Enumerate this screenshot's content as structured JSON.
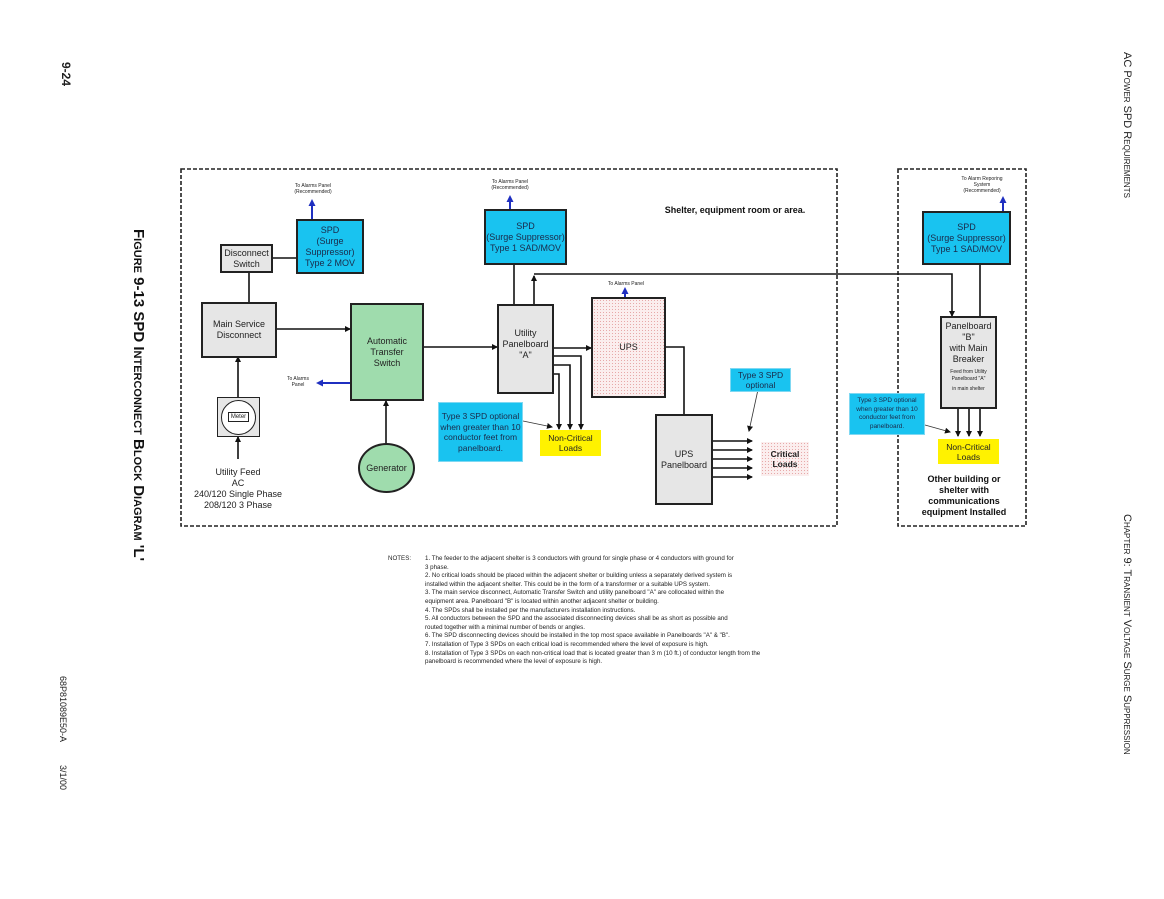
{
  "page": {
    "page_number": "9-24",
    "figure_caption": "Figure 9-13  SPD Interconnect Block Diagram 'L'",
    "doc_id": "68P81089E50-A",
    "doc_date": "3/1/00",
    "header_right": "AC Power SPD Requirements",
    "chapter": "Chapter 9: Transient Voltage Surge Suppression"
  },
  "diagram": {
    "main_area_label": "Shelter, equipment room or area.",
    "remote_area_label": "Other building or shelter with communications equipment Installed",
    "nodes": {
      "disconnect_switch": "Disconnect Switch",
      "spd_type2": {
        "line1": "SPD",
        "line2": "(Surge",
        "line3": "Suppressor)",
        "line4": "Type 2 MOV"
      },
      "spd_type2_alarm": {
        "line1": "To Alarms Panel",
        "line2": "(Recommended)"
      },
      "main_service_disconnect": {
        "line1": "Main Service",
        "line2": "Disconnect"
      },
      "meter": "Meter",
      "utility_feed": {
        "line1": "Utility Feed",
        "line2": "AC",
        "line3": "240/120 Single Phase",
        "line4": "208/120  3 Phase"
      },
      "ats": {
        "line1": "Automatic",
        "line2": "Transfer",
        "line3": "Switch"
      },
      "ats_alarm": {
        "line1": "To Alarms",
        "line2": "Panel"
      },
      "generator": "Generator",
      "spd_type1_a": {
        "line1": "SPD",
        "line2": "(Surge Suppressor)",
        "line3": "Type 1 SAD/MOV"
      },
      "spd_type1_a_alarm": {
        "line1": "To Alarms Panel",
        "line2": "(Recommended)"
      },
      "utility_panelboard_a": {
        "line1": "Utility",
        "line2": "Panelboard",
        "line3": "\"A\""
      },
      "ups": "UPS",
      "ups_alarm": "To Alarms Panel",
      "ups_panelboard": {
        "line1": "UPS",
        "line2": "Panelboard"
      },
      "type3_optional_a": {
        "line1": "Type 3 SPD optional",
        "line2": "when greater than 10",
        "line3": "conductor feet from",
        "line4": "panelboard."
      },
      "noncritical_loads_a": {
        "line1": "Non-Critical",
        "line2": "Loads"
      },
      "type3_optional_critical": {
        "line1": "Type 3 SPD",
        "line2": "optional"
      },
      "critical_loads": {
        "line1": "Critical",
        "line2": "Loads"
      },
      "spd_type1_b": {
        "line1": "SPD",
        "line2": "(Surge Suppressor)",
        "line3": "Type 1  SAD/MOV"
      },
      "spd_type1_b_alarm": {
        "line1": "To Alarm Reporing",
        "line2": "System",
        "line3": "(Recommended)"
      },
      "panelboard_b": {
        "line1": "Panelboard",
        "line2": "\"B\"",
        "line3": "with Main",
        "line4": "Breaker",
        "sub1": "Feed from Utility",
        "sub2": "Panelboard \"A\"",
        "sub3": "in main shelter"
      },
      "type3_optional_b": {
        "line1": "Type 3 SPD optional",
        "line2": "when greater than 10",
        "line3": "conductor feet from",
        "line4": "panelboard."
      },
      "noncritical_loads_b": {
        "line1": "Non-Critical",
        "line2": "Loads"
      }
    }
  },
  "notes": {
    "label": "NOTES:",
    "lines": [
      "1.  The feeder to the adjacent shelter is 3 conductors with ground for single phase or 4 conductors with ground for",
      "3 phase.",
      "2.  No critical loads should be placed within the adjacent shelter or building unless a separately derived system is",
      "installed within the adjacent shelter.  This could be in the form of a transformer or a suitable UPS system.",
      "3.  The main service disconnect, Automatic Transfer Switch and utility panelboard \"A\" are collocated within the",
      "equipment area.  Panelboard \"B\" is located within another adjacent shelter or building.",
      "4.  The SPDs shall be installed per the manufacturers installation instructions.",
      "5.  All conductors between the SPD and the associated disconnecting devices shall be as short as possible and",
      "routed together with a minimal number of bends or angles.",
      "6.  The SPD disconnecting devices should be installed in the top most space available in Panelboards \"A\" & \"B\".",
      "7.  Installation of Type 3  SPDs on each critical load is recommended where the level of exposure is high.",
      "8.  Installation of Type 3  SPDs on each non-critical load that is located greater than 3 m (10 ft.) of conductor length from the",
      "panelboard is recommended where the level of exposure is high."
    ]
  },
  "colors": {
    "spd_fill": "#19c3f0",
    "ats_fill": "#9fdcad",
    "panel_fill": "#e6e6e6",
    "load_fill": "#fff200",
    "alarm_arrow": "#1f2fc0"
  }
}
